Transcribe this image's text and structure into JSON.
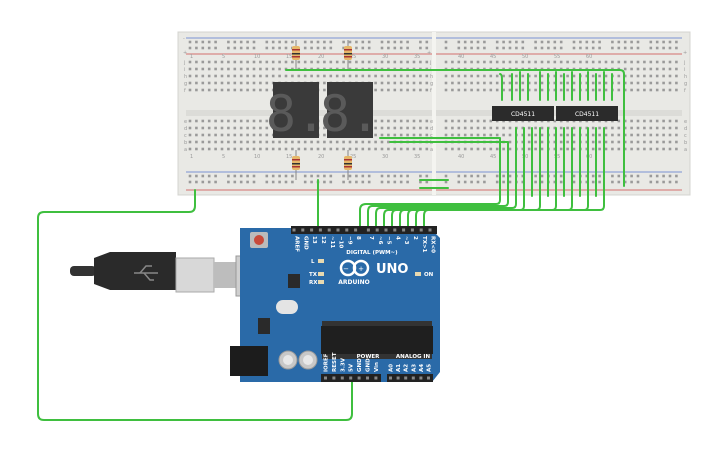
{
  "breadboard": {
    "row_letters_top": [
      "j",
      "i",
      "h",
      "g",
      "f"
    ],
    "row_letters_bottom": [
      "e",
      "d",
      "c",
      "b",
      "a"
    ],
    "rail_plus": "+",
    "rail_minus": "-",
    "column_numbers": [
      "1",
      "5",
      "10",
      "15",
      "20",
      "25",
      "30",
      "35",
      "40",
      "45",
      "50",
      "55",
      "60"
    ]
  },
  "chips": [
    {
      "label": "CD4511"
    },
    {
      "label": "CD4511"
    }
  ],
  "displays": [
    {
      "digit": "8."
    },
    {
      "digit": "8."
    }
  ],
  "arduino": {
    "brand": "ARDUINO",
    "model": "UNO",
    "digital_header": "DIGITAL (PWM~)",
    "power_header": "POWER",
    "analog_header": "ANALOG IN",
    "on_label": "ON",
    "l_label": "L",
    "tx_label": "TX",
    "rx_label": "RX",
    "digital_pins": [
      "AREF",
      "GND",
      "13",
      "12",
      "~11",
      "~10",
      "~9",
      "8",
      "7",
      "~6",
      "~5",
      "4",
      "~3",
      "2",
      "TX>1",
      "RX<0"
    ],
    "power_pins": [
      "IOREF",
      "RESET",
      "3.3V",
      "5V",
      "GND",
      "GND",
      "Vin"
    ],
    "analog_pins": [
      "A0",
      "A1",
      "A2",
      "A3",
      "A4",
      "A5"
    ]
  },
  "colors": {
    "wire": "#3fbf3f",
    "board": "#2a6aa8",
    "breadboard": "#e8e8e4",
    "rail_red": "#d33",
    "rail_blue": "#36c"
  }
}
